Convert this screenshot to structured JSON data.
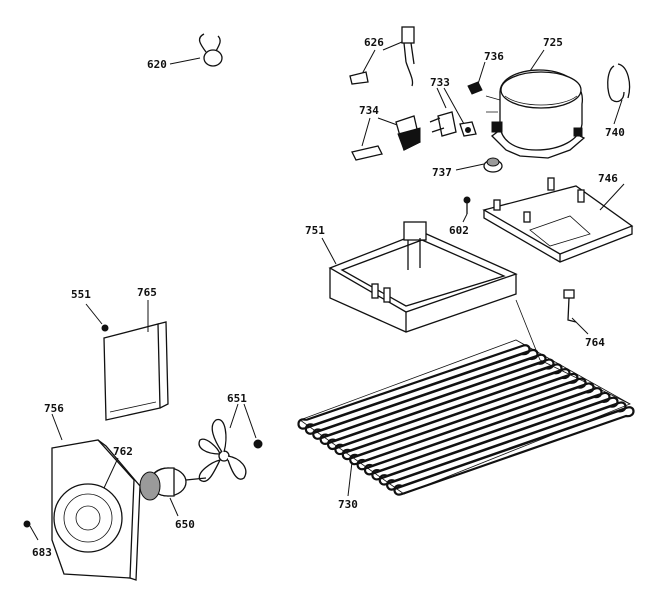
{
  "parts": [
    {
      "id": "620",
      "label": "620"
    },
    {
      "id": "626",
      "label": "626"
    },
    {
      "id": "736",
      "label": "736"
    },
    {
      "id": "725",
      "label": "725"
    },
    {
      "id": "733",
      "label": "733"
    },
    {
      "id": "734",
      "label": "734"
    },
    {
      "id": "740",
      "label": "740"
    },
    {
      "id": "737",
      "label": "737"
    },
    {
      "id": "746",
      "label": "746"
    },
    {
      "id": "602",
      "label": "602"
    },
    {
      "id": "751",
      "label": "751"
    },
    {
      "id": "551",
      "label": "551"
    },
    {
      "id": "765",
      "label": "765"
    },
    {
      "id": "764",
      "label": "764"
    },
    {
      "id": "651",
      "label": "651"
    },
    {
      "id": "756",
      "label": "756"
    },
    {
      "id": "762",
      "label": "762"
    },
    {
      "id": "650",
      "label": "650"
    },
    {
      "id": "730",
      "label": "730"
    },
    {
      "id": "683",
      "label": "683"
    }
  ]
}
